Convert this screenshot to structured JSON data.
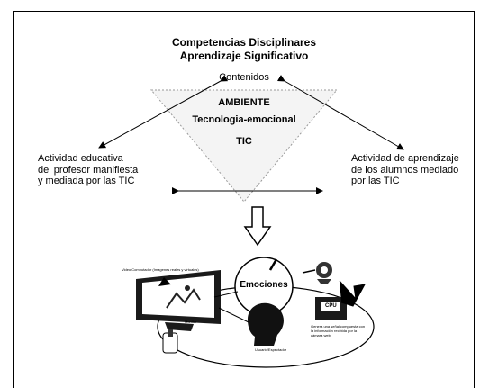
{
  "header": {
    "line1": "Competencias Disciplinares",
    "line2": "Aprendizaje Significativo"
  },
  "triangle": {
    "top_label": "Contenidos",
    "inner_1": "AMBIENTE",
    "inner_2": "Tecnologia-emocional",
    "inner_3": "TIC"
  },
  "left_text": [
    "Actividad educativa",
    "del profesor manifiesta",
    "y mediada por las TIC"
  ],
  "right_text": [
    "Actividad de aprendizaje",
    "de los alumnos mediado",
    "por las TIC"
  ],
  "illustration": {
    "emotions": "Emociones",
    "video_label": "Video Computador (Imagenes reales y virtuales)",
    "monitor_label": "Monitor",
    "user_label": "Usuario/Espectador",
    "cpu_label": "CPU",
    "cpu_note": "Genera una señal compuesta con la información recibida por la cámara web"
  }
}
